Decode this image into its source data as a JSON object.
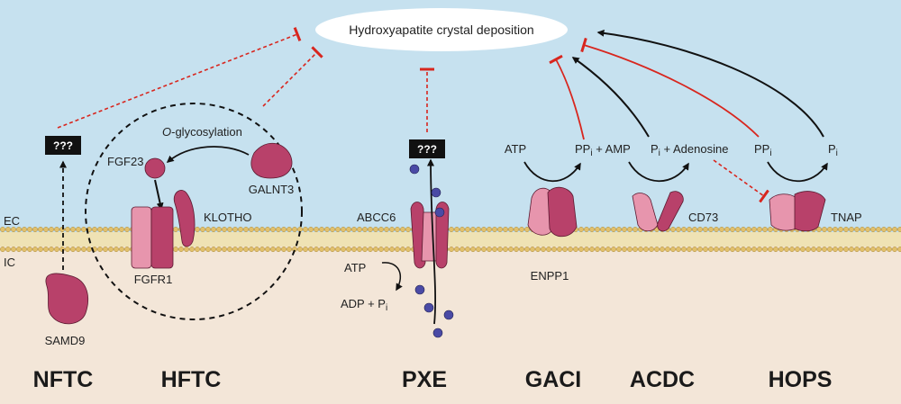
{
  "top_label": "Hydroxyapatite crystal deposition",
  "side_labels": {
    "ec": "EC",
    "ic": "IC"
  },
  "unknown_label": "???",
  "proteins": {
    "fgf23": "FGF23",
    "galnt3": "GALNT3",
    "klotho": "KLOTHO",
    "fgfr1": "FGFR1",
    "samd9": "SAMD9",
    "abcc6": "ABCC6",
    "enpp1": "ENPP1",
    "cd73": "CD73",
    "tnap": "TNAP"
  },
  "glycosylation": {
    "italic": "O",
    "rest": "-glycosylation"
  },
  "metabolites": {
    "atp_abcc6": "ATP",
    "adp_pi": "ADP + P",
    "atp_enpp1": "ATP",
    "ppi_amp": "PP",
    "plus_amp": " + AMP",
    "pi_adenosine": "P",
    "plus_adenosine": " + Adenosine",
    "ppi_tnap": "PP",
    "pi_tnap": "P",
    "subscript_i": "i"
  },
  "diseases": [
    "NFTC",
    "HFTC",
    "PXE",
    "GACI",
    "ACDC",
    "HOPS"
  ],
  "colors": {
    "extracellular": "#c6e1ef",
    "intracellular": "#f3e6d8",
    "protein_dark": "#b8416a",
    "protein_light": "#e795ad",
    "phospholipid": "#e2c06b",
    "inhibit_red": "#d8261e",
    "ppi_ion": "#4a4aa5"
  }
}
